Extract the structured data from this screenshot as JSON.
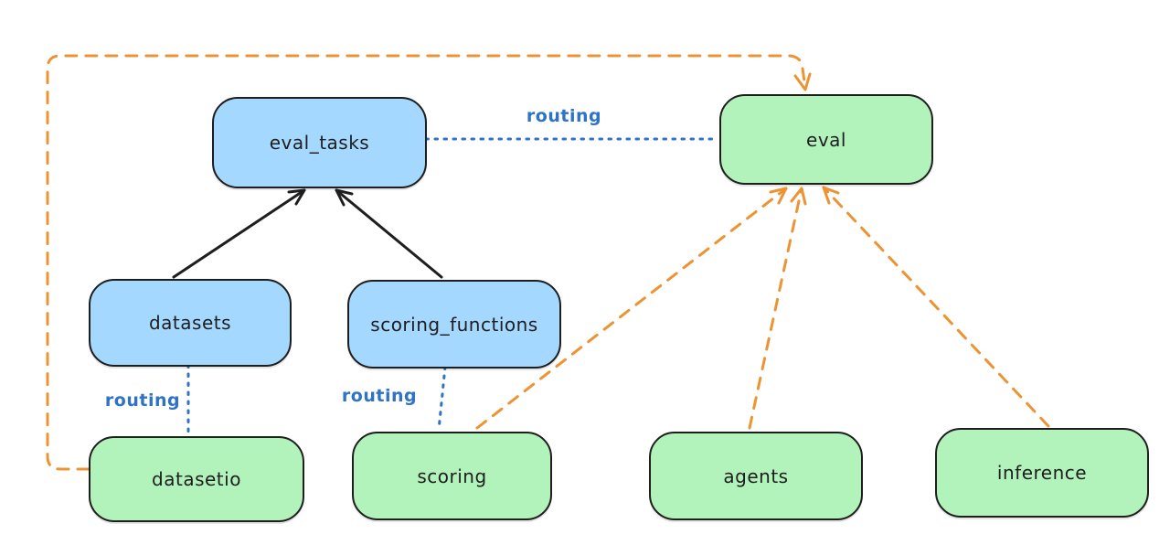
{
  "colors": {
    "background": "#ffffff",
    "node_blue_fill": "#a5d8ff",
    "node_green_fill": "#b2f2bb",
    "node_border": "#1e1e1e",
    "node_text": "#1e1e1e",
    "arrow_black": "#1e1e1e",
    "arrow_orange": "#ec9434",
    "routing_blue": "#2e73c5"
  },
  "nodes": {
    "eval_tasks": {
      "label": "eval_tasks",
      "fill": "#a5d8ff"
    },
    "eval": {
      "label": "eval",
      "fill": "#b2f2bb"
    },
    "datasets": {
      "label": "datasets",
      "fill": "#a5d8ff"
    },
    "scoring_functions": {
      "label": "scoring_functions",
      "fill": "#a5d8ff"
    },
    "datasetio": {
      "label": "datasetio",
      "fill": "#b2f2bb"
    },
    "scoring": {
      "label": "scoring",
      "fill": "#b2f2bb"
    },
    "agents": {
      "label": "agents",
      "fill": "#b2f2bb"
    },
    "inference": {
      "label": "inference",
      "fill": "#b2f2bb"
    }
  },
  "edges": [
    {
      "from": "datasets",
      "to": "eval_tasks",
      "style": "solid",
      "label": "",
      "color": "#1e1e1e"
    },
    {
      "from": "scoring_functions",
      "to": "eval_tasks",
      "style": "solid",
      "label": "",
      "color": "#1e1e1e"
    },
    {
      "from": "eval_tasks",
      "to": "eval",
      "style": "dotted",
      "label": "routing",
      "color": "#2e73c5"
    },
    {
      "from": "datasets",
      "to": "datasetio",
      "style": "dotted",
      "label": "routing",
      "color": "#2e73c5"
    },
    {
      "from": "scoring_functions",
      "to": "scoring",
      "style": "dotted",
      "label": "routing",
      "color": "#2e73c5"
    },
    {
      "from": "datasetio",
      "to": "eval",
      "style": "dashed",
      "label": "",
      "color": "#ec9434"
    },
    {
      "from": "scoring",
      "to": "eval",
      "style": "dashed",
      "label": "",
      "color": "#ec9434"
    },
    {
      "from": "agents",
      "to": "eval",
      "style": "dashed",
      "label": "",
      "color": "#ec9434"
    },
    {
      "from": "inference",
      "to": "eval",
      "style": "dashed",
      "label": "",
      "color": "#ec9434"
    }
  ]
}
